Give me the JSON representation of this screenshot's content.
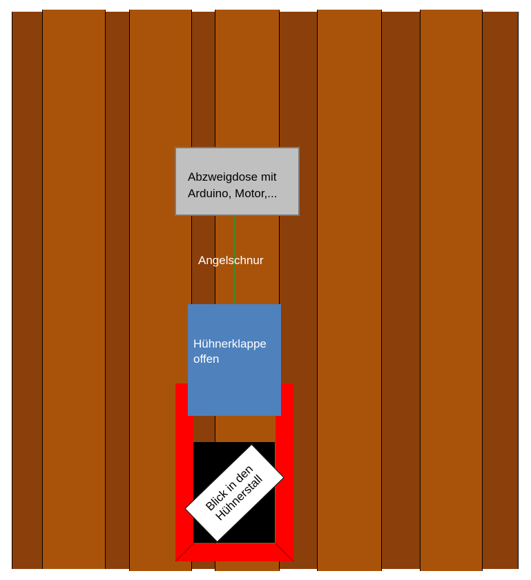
{
  "junction_box": {
    "label": "Abzweigdose mit Arduino, Motor,..."
  },
  "line": {
    "label": "Angelschnur"
  },
  "door": {
    "label": "Hühnerklappe offen"
  },
  "view_sign": {
    "label": "Blick in den Hühnerstall"
  },
  "colors": {
    "plank_dark": "#8B3F0B",
    "plank_light": "#A9530A",
    "junction_box": "#C0C0C0",
    "door": "#4F81BD",
    "frame": "#FF0000",
    "fishing_line": "#3C8A2A"
  }
}
